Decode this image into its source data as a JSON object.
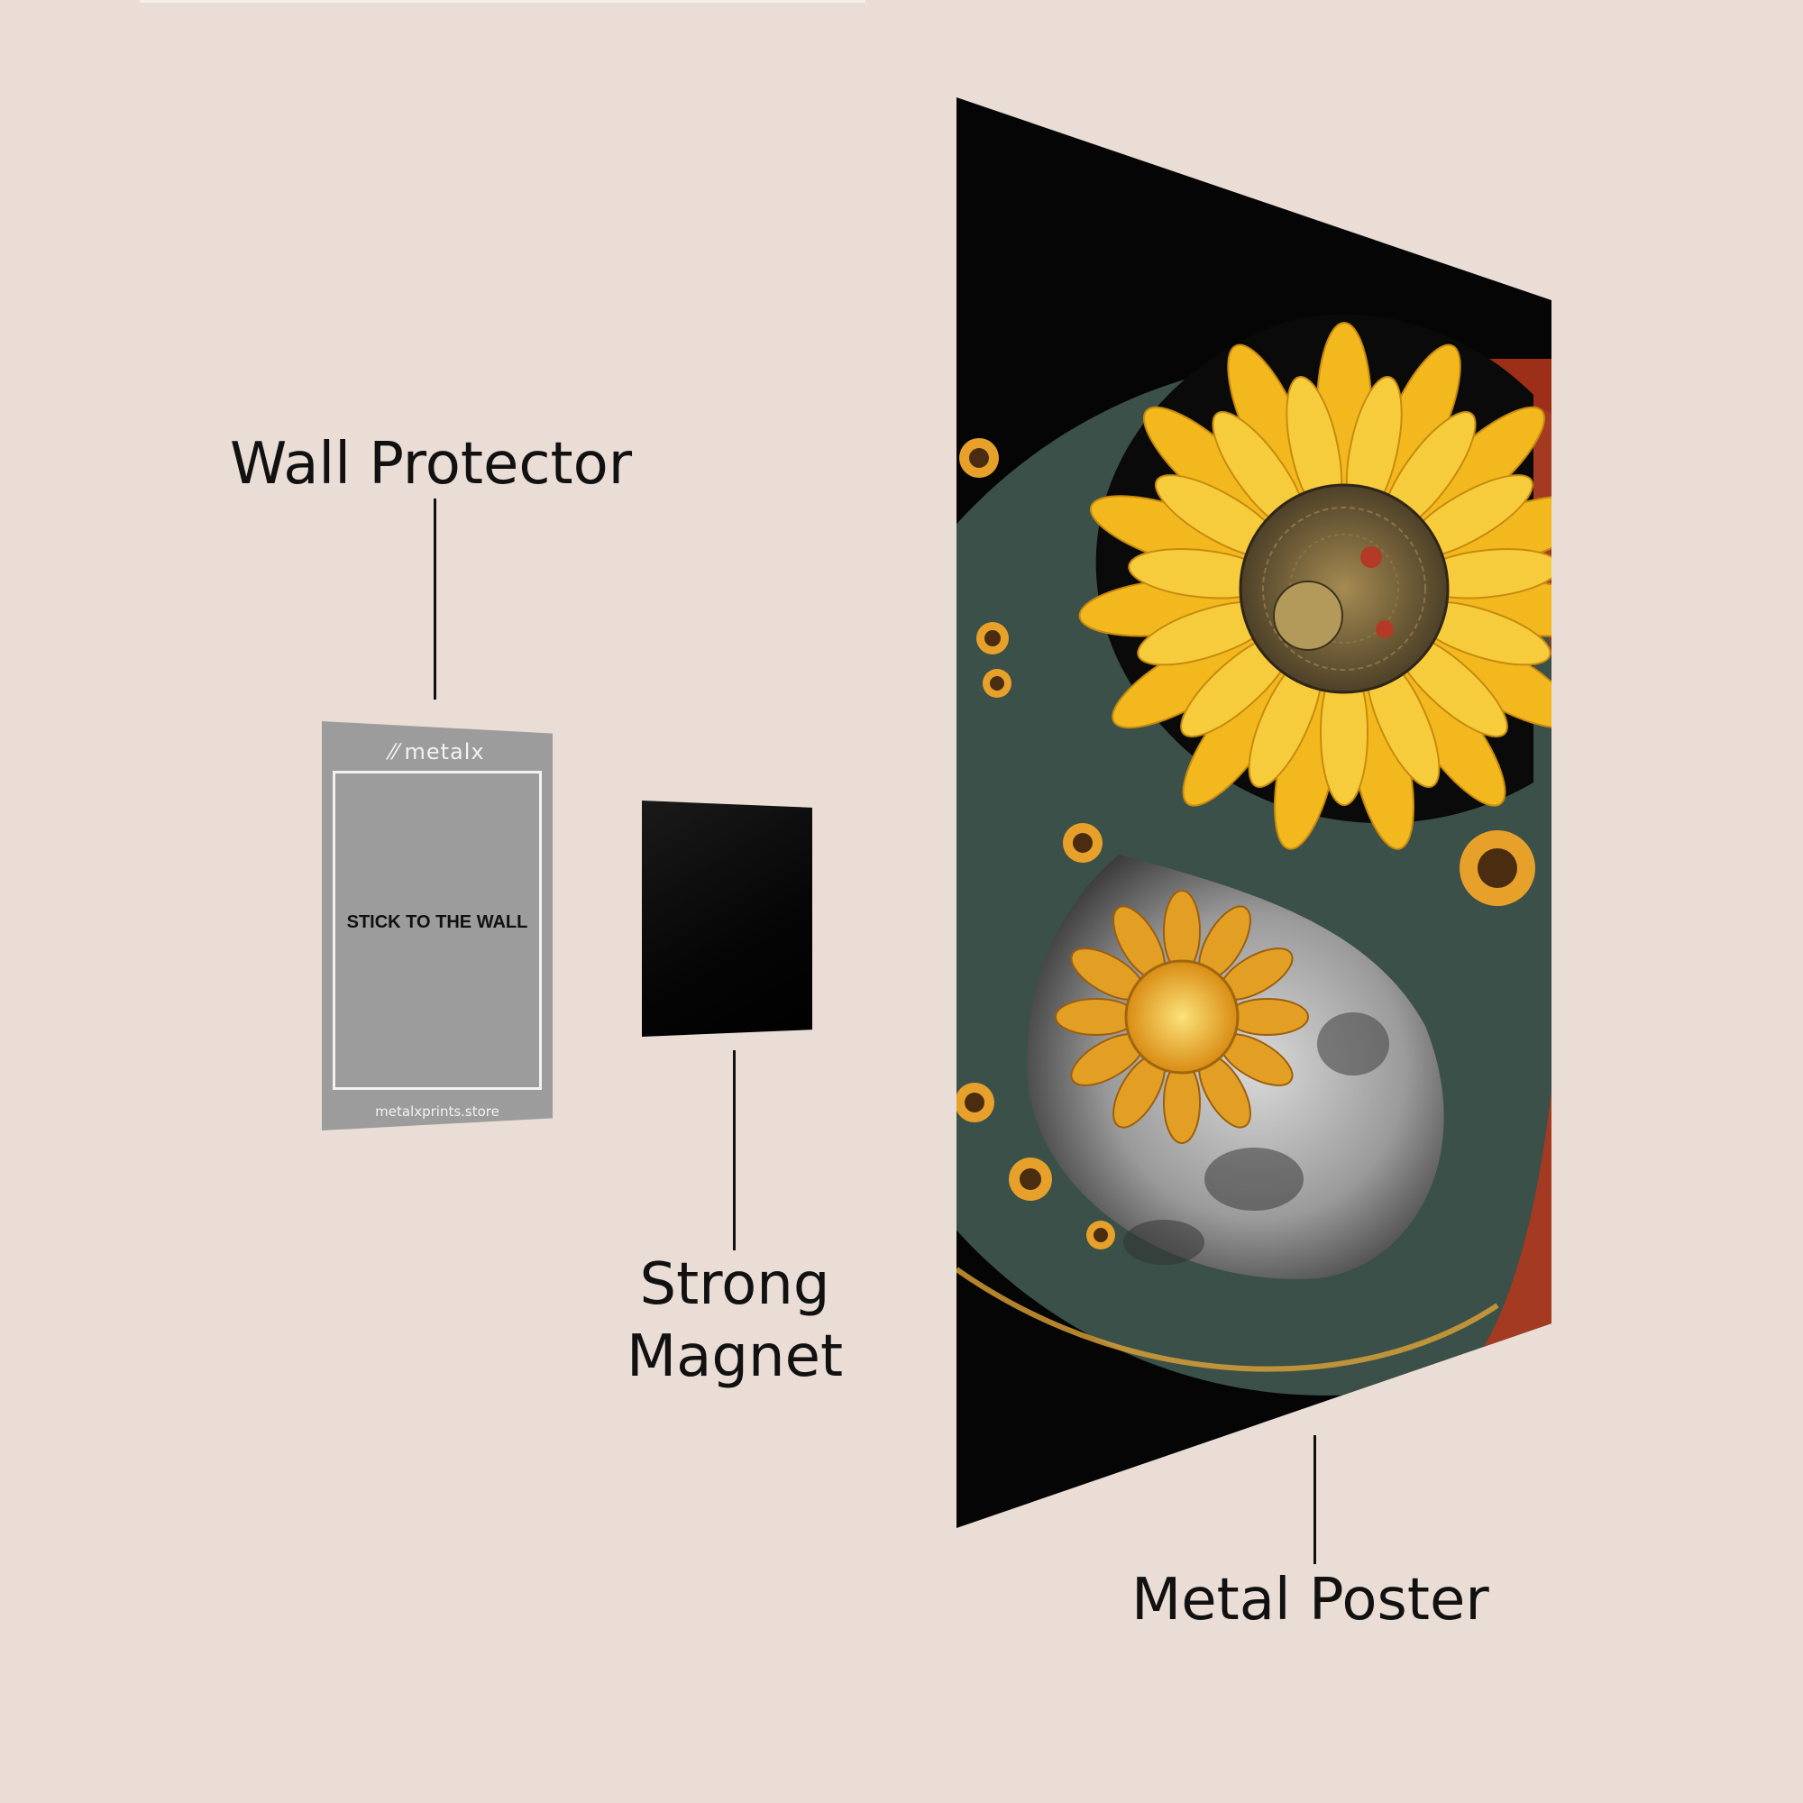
{
  "labels": {
    "wall_protector": "Wall Protector",
    "strong_magnet_line1": "Strong",
    "strong_magnet_line2": "Magnet",
    "metal_poster": "Metal Poster"
  },
  "protector": {
    "logo": "metalx",
    "text": "STICK TO THE WALL",
    "url": "metalxprints.store"
  },
  "colors": {
    "background": "#e9ddd5",
    "protector": "#9c9c9c",
    "magnet": "#000000",
    "poster_background": "#000000",
    "sunflower_yellow": "#f2b81e",
    "yin_yang_teal": "#3b5048",
    "moon_gray": "#9a9a9a",
    "accent_red": "#b8361c"
  },
  "poster_art": {
    "subject": "yin-yang with sunflower and moon"
  }
}
